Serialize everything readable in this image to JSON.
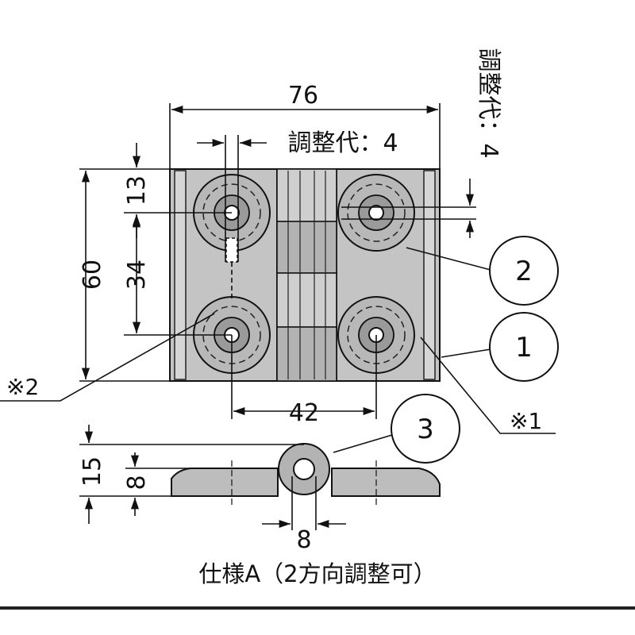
{
  "dimensions": {
    "overall_width": "76",
    "overall_height": "60",
    "top_offset": "13",
    "hole_pitch_vertical": "34",
    "hole_pitch_horizontal": "42",
    "adjust_horizontal": "調整代：4",
    "adjust_vertical": "調整代：4",
    "side_height": "15",
    "plate_thickness": "8",
    "knuckle_width": "8"
  },
  "callouts": {
    "c1": "1",
    "c2": "2",
    "c3": "3"
  },
  "notes": {
    "note1": "※1",
    "note2": "※2"
  },
  "caption": "仕様A（2方向調整可）"
}
